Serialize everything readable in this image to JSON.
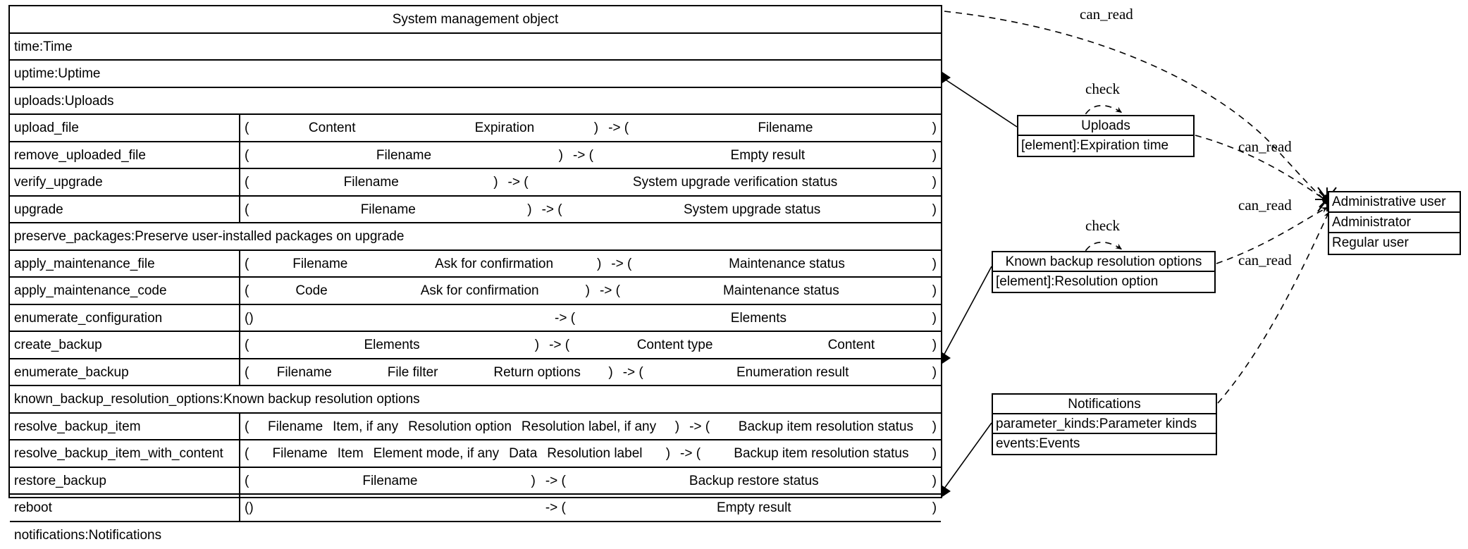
{
  "main_class": {
    "title": "System management object",
    "attributes_top": [
      "time:Time",
      "uptime:Uptime",
      "uploads:Uploads"
    ],
    "rows": [
      {
        "kind": "op",
        "name": "upload_file",
        "params": [
          "Content",
          "Expiration"
        ],
        "returns": [
          "Filename"
        ]
      },
      {
        "kind": "op",
        "name": "remove_uploaded_file",
        "params": [
          "Filename"
        ],
        "returns": [
          "Empty result"
        ]
      },
      {
        "kind": "op",
        "name": "verify_upgrade",
        "params": [
          "Filename"
        ],
        "returns": [
          "System upgrade verification status"
        ]
      },
      {
        "kind": "op",
        "name": "upgrade",
        "params": [
          "Filename"
        ],
        "returns": [
          "System upgrade status"
        ]
      },
      {
        "kind": "attr",
        "name": "preserve_packages:Preserve user-installed packages on upgrade"
      },
      {
        "kind": "op",
        "name": "apply_maintenance_file",
        "params": [
          "Filename",
          "Ask for confirmation"
        ],
        "returns": [
          "Maintenance status"
        ]
      },
      {
        "kind": "op",
        "name": "apply_maintenance_code",
        "params": [
          "Code",
          "Ask for confirmation"
        ],
        "returns": [
          "Maintenance status"
        ]
      },
      {
        "kind": "op",
        "name": "enumerate_configuration",
        "params": [],
        "returns": [
          "Elements"
        ]
      },
      {
        "kind": "op",
        "name": "create_backup",
        "params": [
          "Elements"
        ],
        "returns": [
          "Content type",
          "Content"
        ]
      },
      {
        "kind": "op",
        "name": "enumerate_backup",
        "params": [
          "Filename",
          "File filter",
          "Return options"
        ],
        "returns": [
          "Enumeration result"
        ]
      },
      {
        "kind": "attr",
        "name": "known_backup_resolution_options:Known backup resolution options"
      },
      {
        "kind": "op",
        "name": "resolve_backup_item",
        "params": [
          "Filename",
          "Item, if any",
          "Resolution option",
          "Resolution label, if any"
        ],
        "returns": [
          "Backup item resolution status"
        ],
        "tight": true
      },
      {
        "kind": "op",
        "name": "resolve_backup_item_with_content",
        "params": [
          "Filename",
          "Item",
          "Element mode, if any",
          "Data",
          "Resolution label"
        ],
        "returns": [
          "Backup item resolution status"
        ],
        "tight": true
      },
      {
        "kind": "op",
        "name": "restore_backup",
        "params": [
          "Filename"
        ],
        "returns": [
          "Backup restore status"
        ]
      },
      {
        "kind": "op",
        "name": "reboot",
        "params": [],
        "returns": [
          "Empty result"
        ]
      },
      {
        "kind": "attr",
        "name": "notifications:Notifications"
      }
    ],
    "open_paren": "(",
    "close_paren": ")",
    "empty_paren": "()",
    "arrow": "-> ("
  },
  "uploads_box": {
    "title": "Uploads",
    "rows": [
      "[element]:Expiration time"
    ]
  },
  "known_backup_box": {
    "title": "Known backup resolution options",
    "rows": [
      "[element]:Resolution option"
    ]
  },
  "notifications_box": {
    "title": "Notifications",
    "rows": [
      "parameter_kinds:Parameter kinds",
      "events:Events"
    ]
  },
  "admin_box": {
    "title": "Administrative user",
    "rows": [
      "Administrator",
      "Regular user"
    ]
  },
  "edges": [
    {
      "id": "can-read-top",
      "label": "can_read"
    },
    {
      "id": "check-uploads",
      "label": "check"
    },
    {
      "id": "can-read-uploads",
      "label": "can_read"
    },
    {
      "id": "check-kbro",
      "label": "check"
    },
    {
      "id": "can-read-kbro",
      "label": "can_read"
    },
    {
      "id": "can-read-notif",
      "label": "can_read"
    }
  ],
  "colors": {
    "stroke": "#000000",
    "background": "#ffffff"
  }
}
